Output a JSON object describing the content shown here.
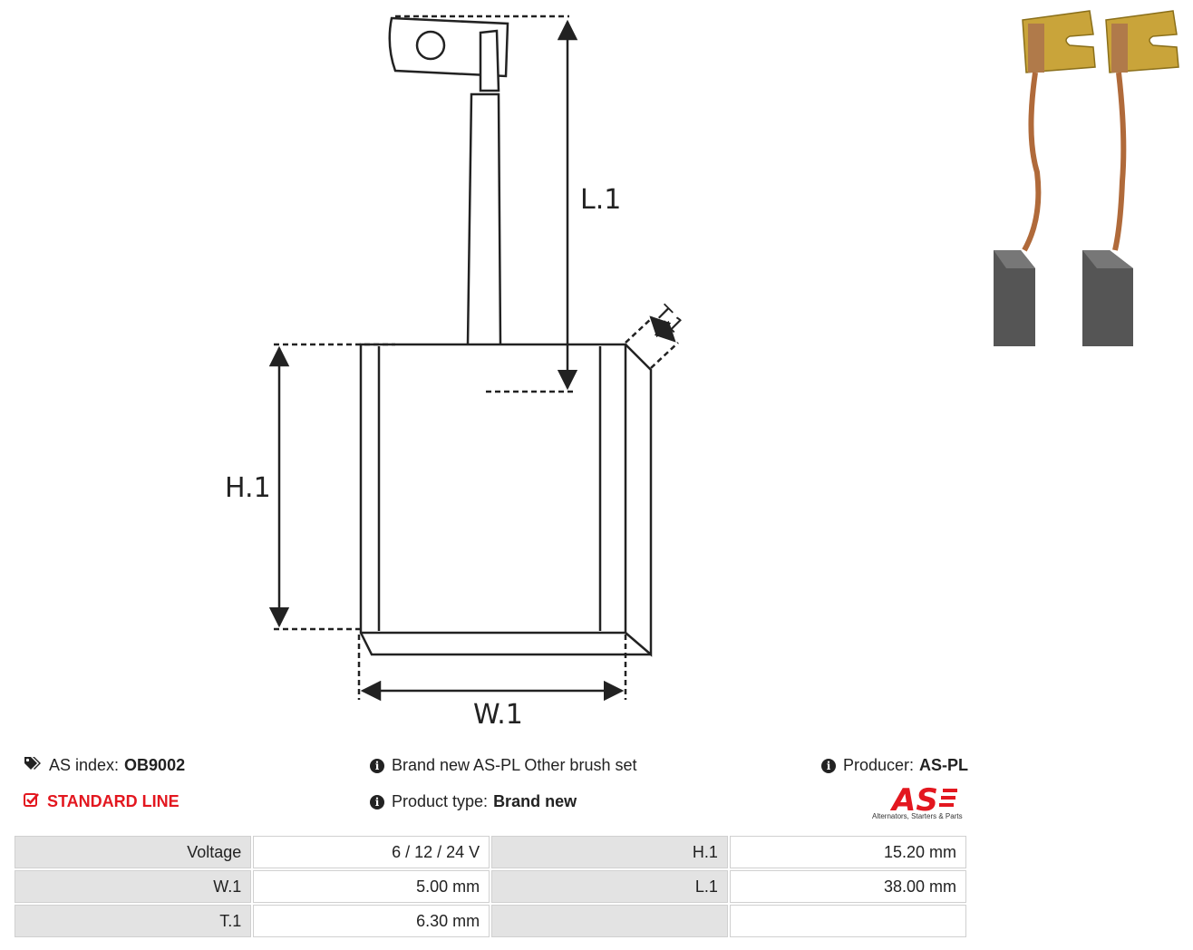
{
  "drawing": {
    "labels": {
      "l1": "L.1",
      "h1": "H.1",
      "w1": "W.1",
      "t1": "T.1"
    }
  },
  "photo": {
    "icon": "carbon-brush-pair-photo"
  },
  "info": {
    "as_index_label": "AS index:",
    "as_index_value": "OB9002",
    "line": "STANDARD LINE",
    "description": "Brand new AS-PL Other brush set",
    "product_type_label": "Product type:",
    "product_type_value": "Brand new",
    "producer_label": "Producer:",
    "producer_value": "AS-PL"
  },
  "logo": {
    "mark": "AS",
    "tagline": "Alternators, Starters & Parts",
    "color": "#e3171f"
  },
  "specs": {
    "rows": [
      {
        "k1": "Voltage",
        "v1": "6 / 12 / 24 V",
        "k2": "H.1",
        "v2": "15.20 mm"
      },
      {
        "k1": "W.1",
        "v1": "5.00 mm",
        "k2": "L.1",
        "v2": "38.00 mm"
      },
      {
        "k1": "T.1",
        "v1": "6.30 mm",
        "k2": "",
        "v2": ""
      }
    ]
  }
}
